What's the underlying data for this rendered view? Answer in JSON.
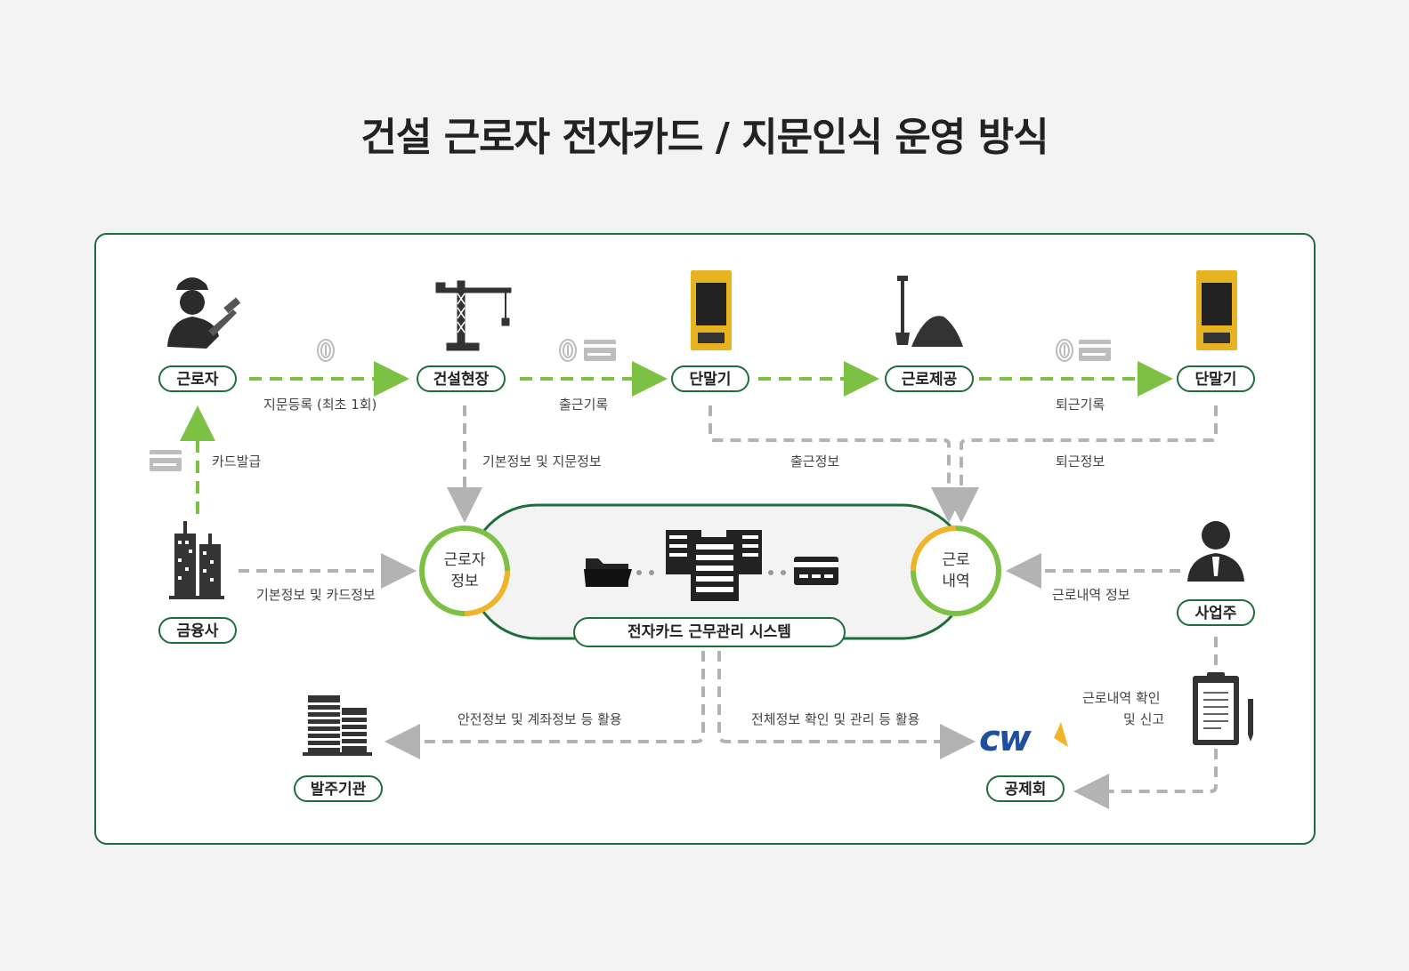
{
  "title": "건설 근로자 전자카드 / 지문인식 운영 방식",
  "nodes": {
    "worker": "근로자",
    "site": "건설현장",
    "terminal1": "단말기",
    "work": "근로제공",
    "terminal2": "단말기",
    "bank": "금융사",
    "employer": "사업주",
    "client": "발주기관",
    "union": "공제회"
  },
  "flows": {
    "fingerprint_register": "지문등록 (최초 1회)",
    "checkin_record": "출근기록",
    "checkout_record": "퇴근기록",
    "card_issue": "카드발급",
    "basic_fingerprint": "기본정보 및 지문정보",
    "checkin_info": "출근정보",
    "checkout_info": "퇴근정보",
    "basic_card": "기본정보 및 카드정보",
    "work_history_info": "근로내역 정보",
    "work_history_confirm_line1": "근로내역 확인",
    "work_history_confirm_line2": "및 신고",
    "safety_account": "안전정보 및 계좌정보 등 활용",
    "overall_manage": "전체정보 확인 및 관리 등 활용"
  },
  "system": {
    "worker_info_line1": "근로자",
    "worker_info_line2": "정보",
    "work_history_line1": "근로",
    "work_history_line2": "내역",
    "name": "전자카드 근무관리 시스템"
  },
  "logo": {
    "text": "cw"
  },
  "colors": {
    "frame": "#1e6e3a",
    "green_arrow": "#7cc143",
    "gray_arrow": "#b3b3b3",
    "accent_yellow": "#f0b429",
    "icon_dark": "#333333"
  }
}
